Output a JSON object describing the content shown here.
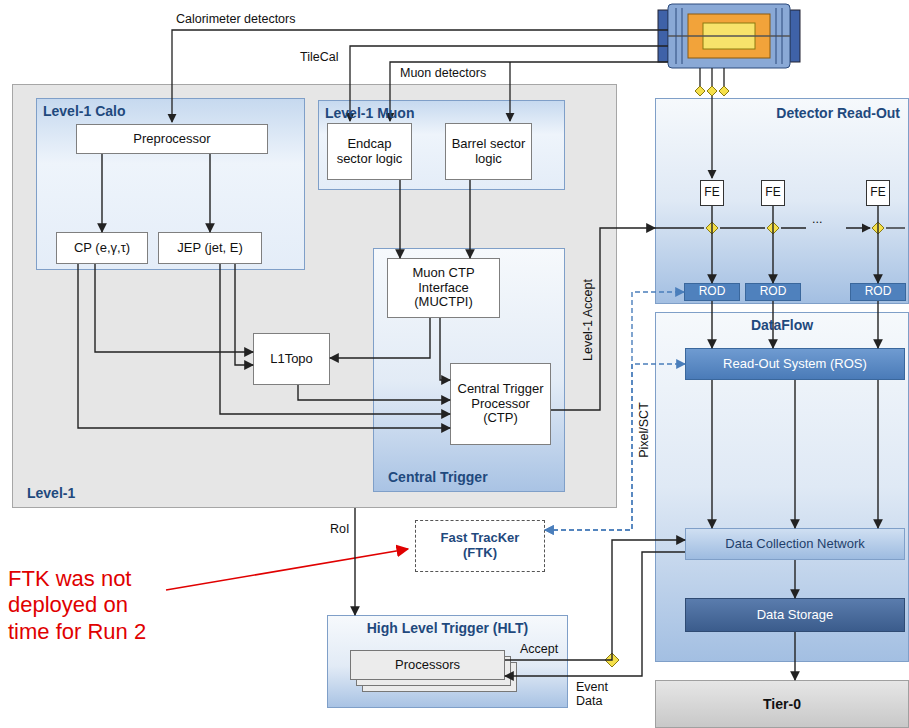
{
  "diagram": {
    "nodes": [
      {
        "text": [
          "Level-1"
        ]
      },
      {
        "text": [
          "Level-1 Calo"
        ],
        "in": 0
      },
      {
        "text": [
          "Preprocessor"
        ],
        "in": 1
      },
      {
        "text": [
          "CP (e,γ,τ)"
        ],
        "in": 1
      },
      {
        "text": [
          "JEP (jet, E)"
        ],
        "in": 1
      },
      {
        "text": [
          "Level-1 Muon"
        ],
        "in": 0
      },
      {
        "text": [
          "Endcap sector logic"
        ],
        "in": 5
      },
      {
        "text": [
          "Barrel sector logic"
        ],
        "in": 5
      },
      {
        "text": [
          "Central Trigger"
        ],
        "in": 0
      },
      {
        "text": [
          "Muon CTP Interface (MUCTPI)"
        ],
        "in": 8
      },
      {
        "text": [
          "Central Trigger Processor (CTP)"
        ],
        "in": 8
      },
      {
        "text": [
          "L1Topo"
        ],
        "in": 0
      },
      {
        "text": [
          "Detector Read-Out"
        ]
      },
      {
        "text": [
          "FE"
        ],
        "in": 12
      },
      {
        "text": [
          "FE"
        ],
        "in": 12
      },
      {
        "text": [
          "FE"
        ],
        "in": 12
      },
      {
        "text": [
          "ROD"
        ],
        "in": 12
      },
      {
        "text": [
          "ROD"
        ],
        "in": 12
      },
      {
        "text": [
          "ROD"
        ],
        "in": 12
      },
      {
        "text": [
          "DataFlow"
        ]
      },
      {
        "text": [
          "Read-Out System (ROS)"
        ],
        "in": 19
      },
      {
        "text": [
          "Data Collection Network"
        ],
        "in": 19
      },
      {
        "text": [
          "Data Storage"
        ],
        "in": 19
      },
      {
        "text": [
          "Fast TracKer (FTK)"
        ]
      },
      {
        "text": [
          "High Level Trigger (HLT)"
        ]
      },
      {
        "text": [
          "Processors"
        ],
        "in": 24
      },
      {
        "text": [
          "Tier-0"
        ]
      }
    ],
    "edges": [
      {
        "from": 2,
        "to": 3,
        "arrow": "to"
      },
      {
        "from": 2,
        "to": 4,
        "arrow": "to"
      },
      {
        "from": 6,
        "to": 9,
        "arrow": "to"
      },
      {
        "from": 7,
        "to": 9,
        "arrow": "to"
      },
      {
        "from": 9,
        "to": 11,
        "arrow": "to"
      },
      {
        "from": 9,
        "to": 10,
        "arrow": "to"
      },
      {
        "from": 3,
        "to": 11,
        "arrow": "to"
      },
      {
        "from": 4,
        "to": 11,
        "arrow": "to"
      },
      {
        "from": 3,
        "to": 10,
        "arrow": "to"
      },
      {
        "from": 4,
        "to": 10,
        "arrow": "to"
      },
      {
        "from": 11,
        "to": 10,
        "arrow": "to"
      },
      {
        "from": 10,
        "to": 12,
        "arrow": "to",
        "label": "Level-1 Accept"
      },
      {
        "from": 13,
        "to": 16,
        "arrow": "to"
      },
      {
        "from": 14,
        "to": 17,
        "arrow": "to"
      },
      {
        "from": 15,
        "to": 18,
        "arrow": "to"
      },
      {
        "from": 16,
        "to": 20,
        "arrow": "to"
      },
      {
        "from": 17,
        "to": 20,
        "arrow": "to"
      },
      {
        "from": 18,
        "to": 20,
        "arrow": "to"
      },
      {
        "from": 20,
        "to": 21,
        "arrow": "to"
      },
      {
        "from": 20,
        "to": 21,
        "arrow": "to"
      },
      {
        "from": 20,
        "to": 21,
        "arrow": "to"
      },
      {
        "from": 21,
        "to": 22,
        "arrow": "to"
      },
      {
        "from": 22,
        "to": 26,
        "arrow": "to"
      },
      {
        "from": 23,
        "to": 16,
        "arrow": "both"
      },
      {
        "from": 23,
        "to": 20,
        "arrow": "both"
      },
      {
        "from": 0,
        "to": 24,
        "arrow": "to",
        "label": "RoI"
      },
      {
        "from": 25,
        "to": 21,
        "arrow": "to",
        "label": "Accept"
      },
      {
        "from": 21,
        "to": 25,
        "arrow": "to",
        "label": "Event Data"
      }
    ],
    "labels": [
      "Calorimeter detectors",
      "TileCal",
      "Muon detectors",
      "...",
      "Pixel/SCT",
      "FTK was not deployed on time for Run 2"
    ]
  }
}
